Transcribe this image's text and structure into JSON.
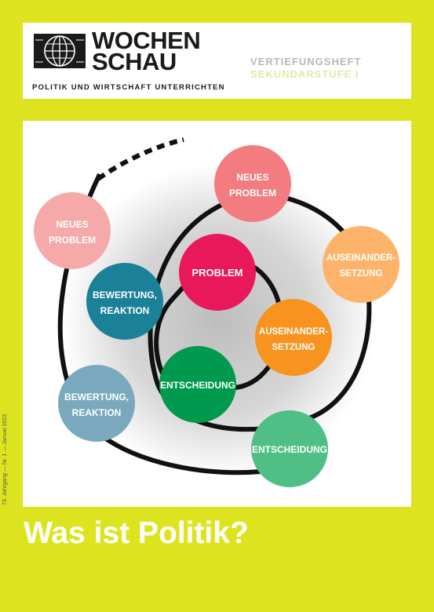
{
  "header": {
    "brand_line1": "WOCHEN",
    "brand_line2": "SCHAU",
    "tagline": "POLITIK UND WIRTSCHAFT UNTERRICHTEN",
    "heft_type": "VERTIEFUNGSHEFT",
    "level": "SEKUNDARSTUFE I"
  },
  "diagram": {
    "inner_problem": "PROBLEM",
    "inner_auseinander_1": "AUSEINANDER-",
    "inner_auseinander_2": "SETZUNG",
    "inner_entscheidung": "ENTSCHEIDUNG",
    "inner_bewertung_1": "BEWERTUNG,",
    "inner_bewertung_2": "REAKTION",
    "outer_neues_1": "NEUES",
    "outer_neues_2": "PROBLEM",
    "outer_auseinander_1": "AUSEINANDER-",
    "outer_auseinander_2": "SETZUNG",
    "outer_entscheidung": "ENTSCHEIDUNG",
    "outer_bewertung_1": "BEWERTUNG,",
    "outer_bewertung_2": "REAKTION",
    "far_neues_1": "NEUES",
    "far_neues_2": "PROBLEM"
  },
  "side_text": "73. Jahrgang — Nr. 1 — Januar 2022",
  "title": "Was ist Politik?",
  "colors": {
    "background": "#dde41f",
    "problem": "#e8185a",
    "auseinandersetzung": "#f7931e",
    "entscheidung": "#009a4e",
    "bewertung": "#1b8198",
    "neues_problem": "#f27c7f",
    "auseinandersetzung_light": "#fdb46a",
    "entscheidung_light": "#4fbf86",
    "bewertung_light": "#7aa9bd",
    "neues_problem_light": "#f6a9a9"
  }
}
